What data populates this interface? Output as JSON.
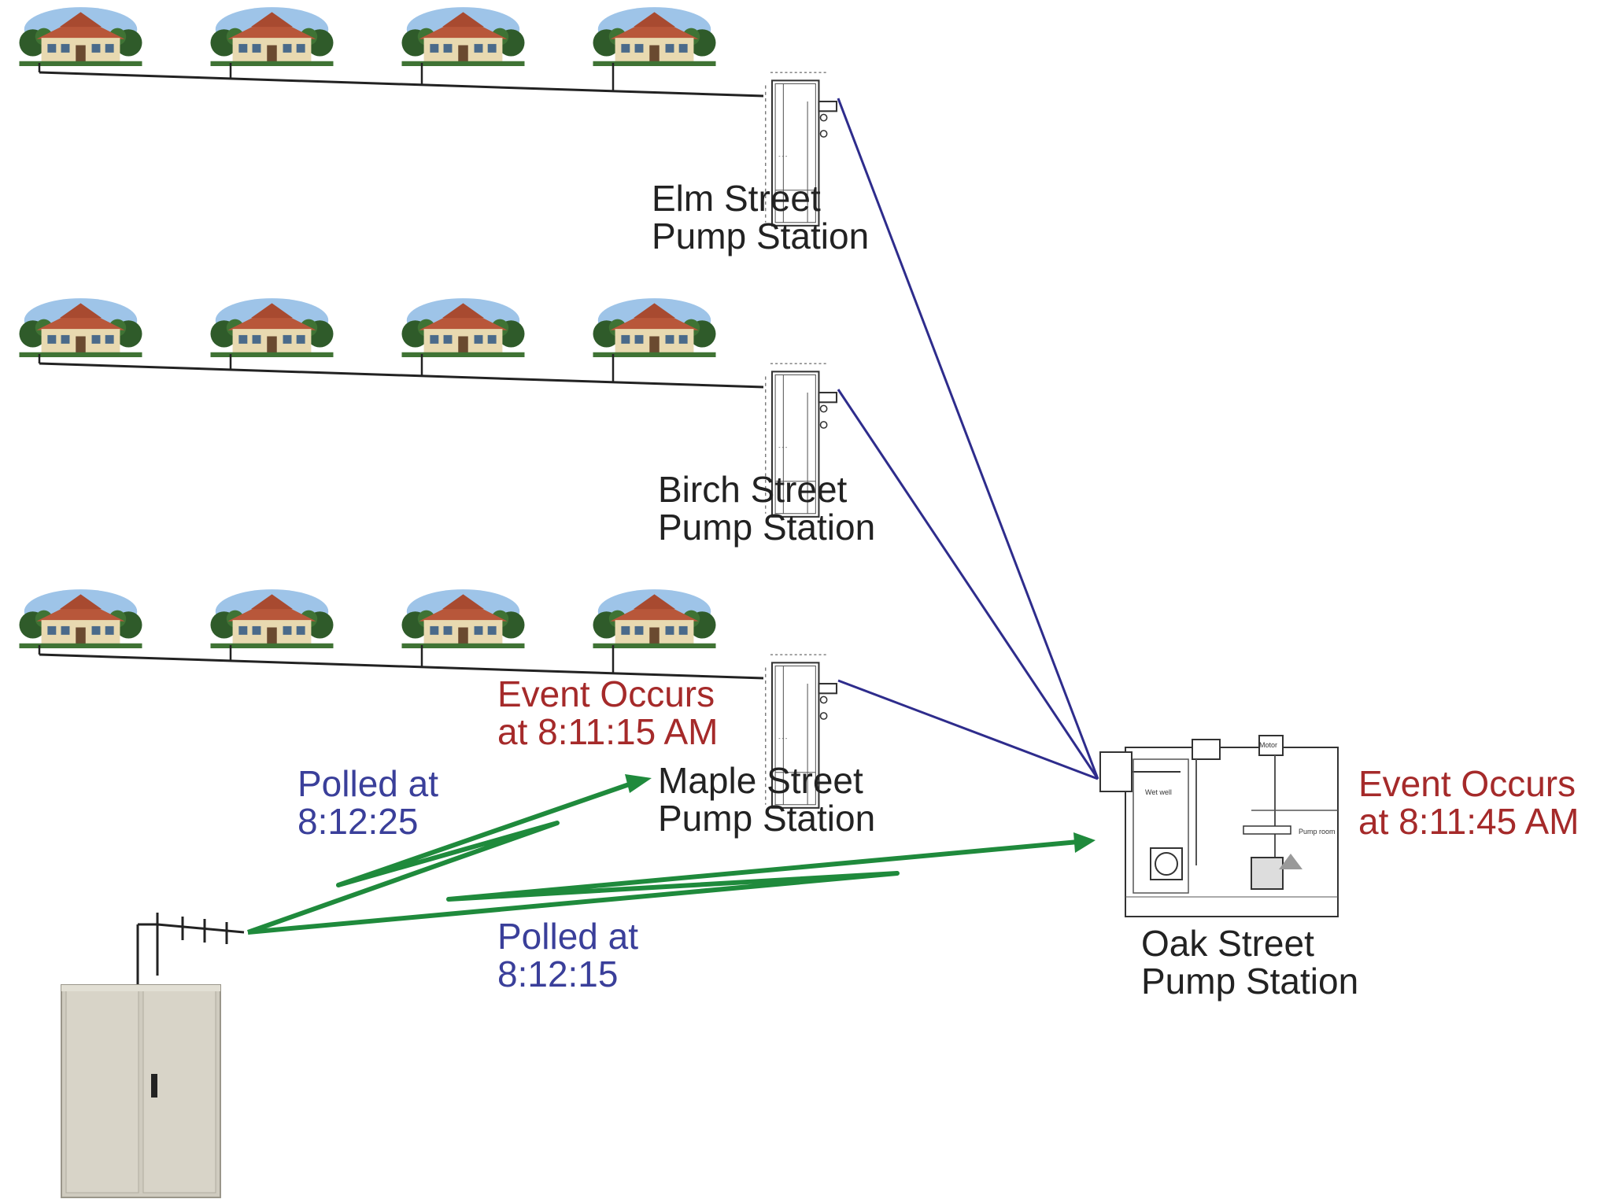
{
  "colors": {
    "radio_arrow": "#1f8a3c",
    "data_link": "#2e2c8c",
    "wire": "#222222",
    "event_text": "#a52a2a",
    "poll_text": "#3a3f9a",
    "cabinet": "#cfcbbf"
  },
  "stations": {
    "elm": {
      "line1": "Elm Street",
      "line2": "Pump Station"
    },
    "birch": {
      "line1": "Birch Street",
      "line2": "Pump Station"
    },
    "maple": {
      "line1": "Maple Street",
      "line2": "Pump Station"
    },
    "oak": {
      "line1": "Oak Street",
      "line2": "Pump Station"
    }
  },
  "events": {
    "maple": {
      "line1": "Event Occurs",
      "line2": "at 8:11:15 AM"
    },
    "oak": {
      "line1": "Event Occurs",
      "line2": "at 8:11:45 AM"
    }
  },
  "polls": {
    "maple": {
      "line1": "Polled at",
      "line2": "8:12:25"
    },
    "oak": {
      "line1": "Polled at",
      "line2": "8:12:15"
    }
  },
  "icons": [
    "house-icon",
    "pump-station-drawing-icon",
    "antenna-icon",
    "control-cabinet-icon"
  ]
}
